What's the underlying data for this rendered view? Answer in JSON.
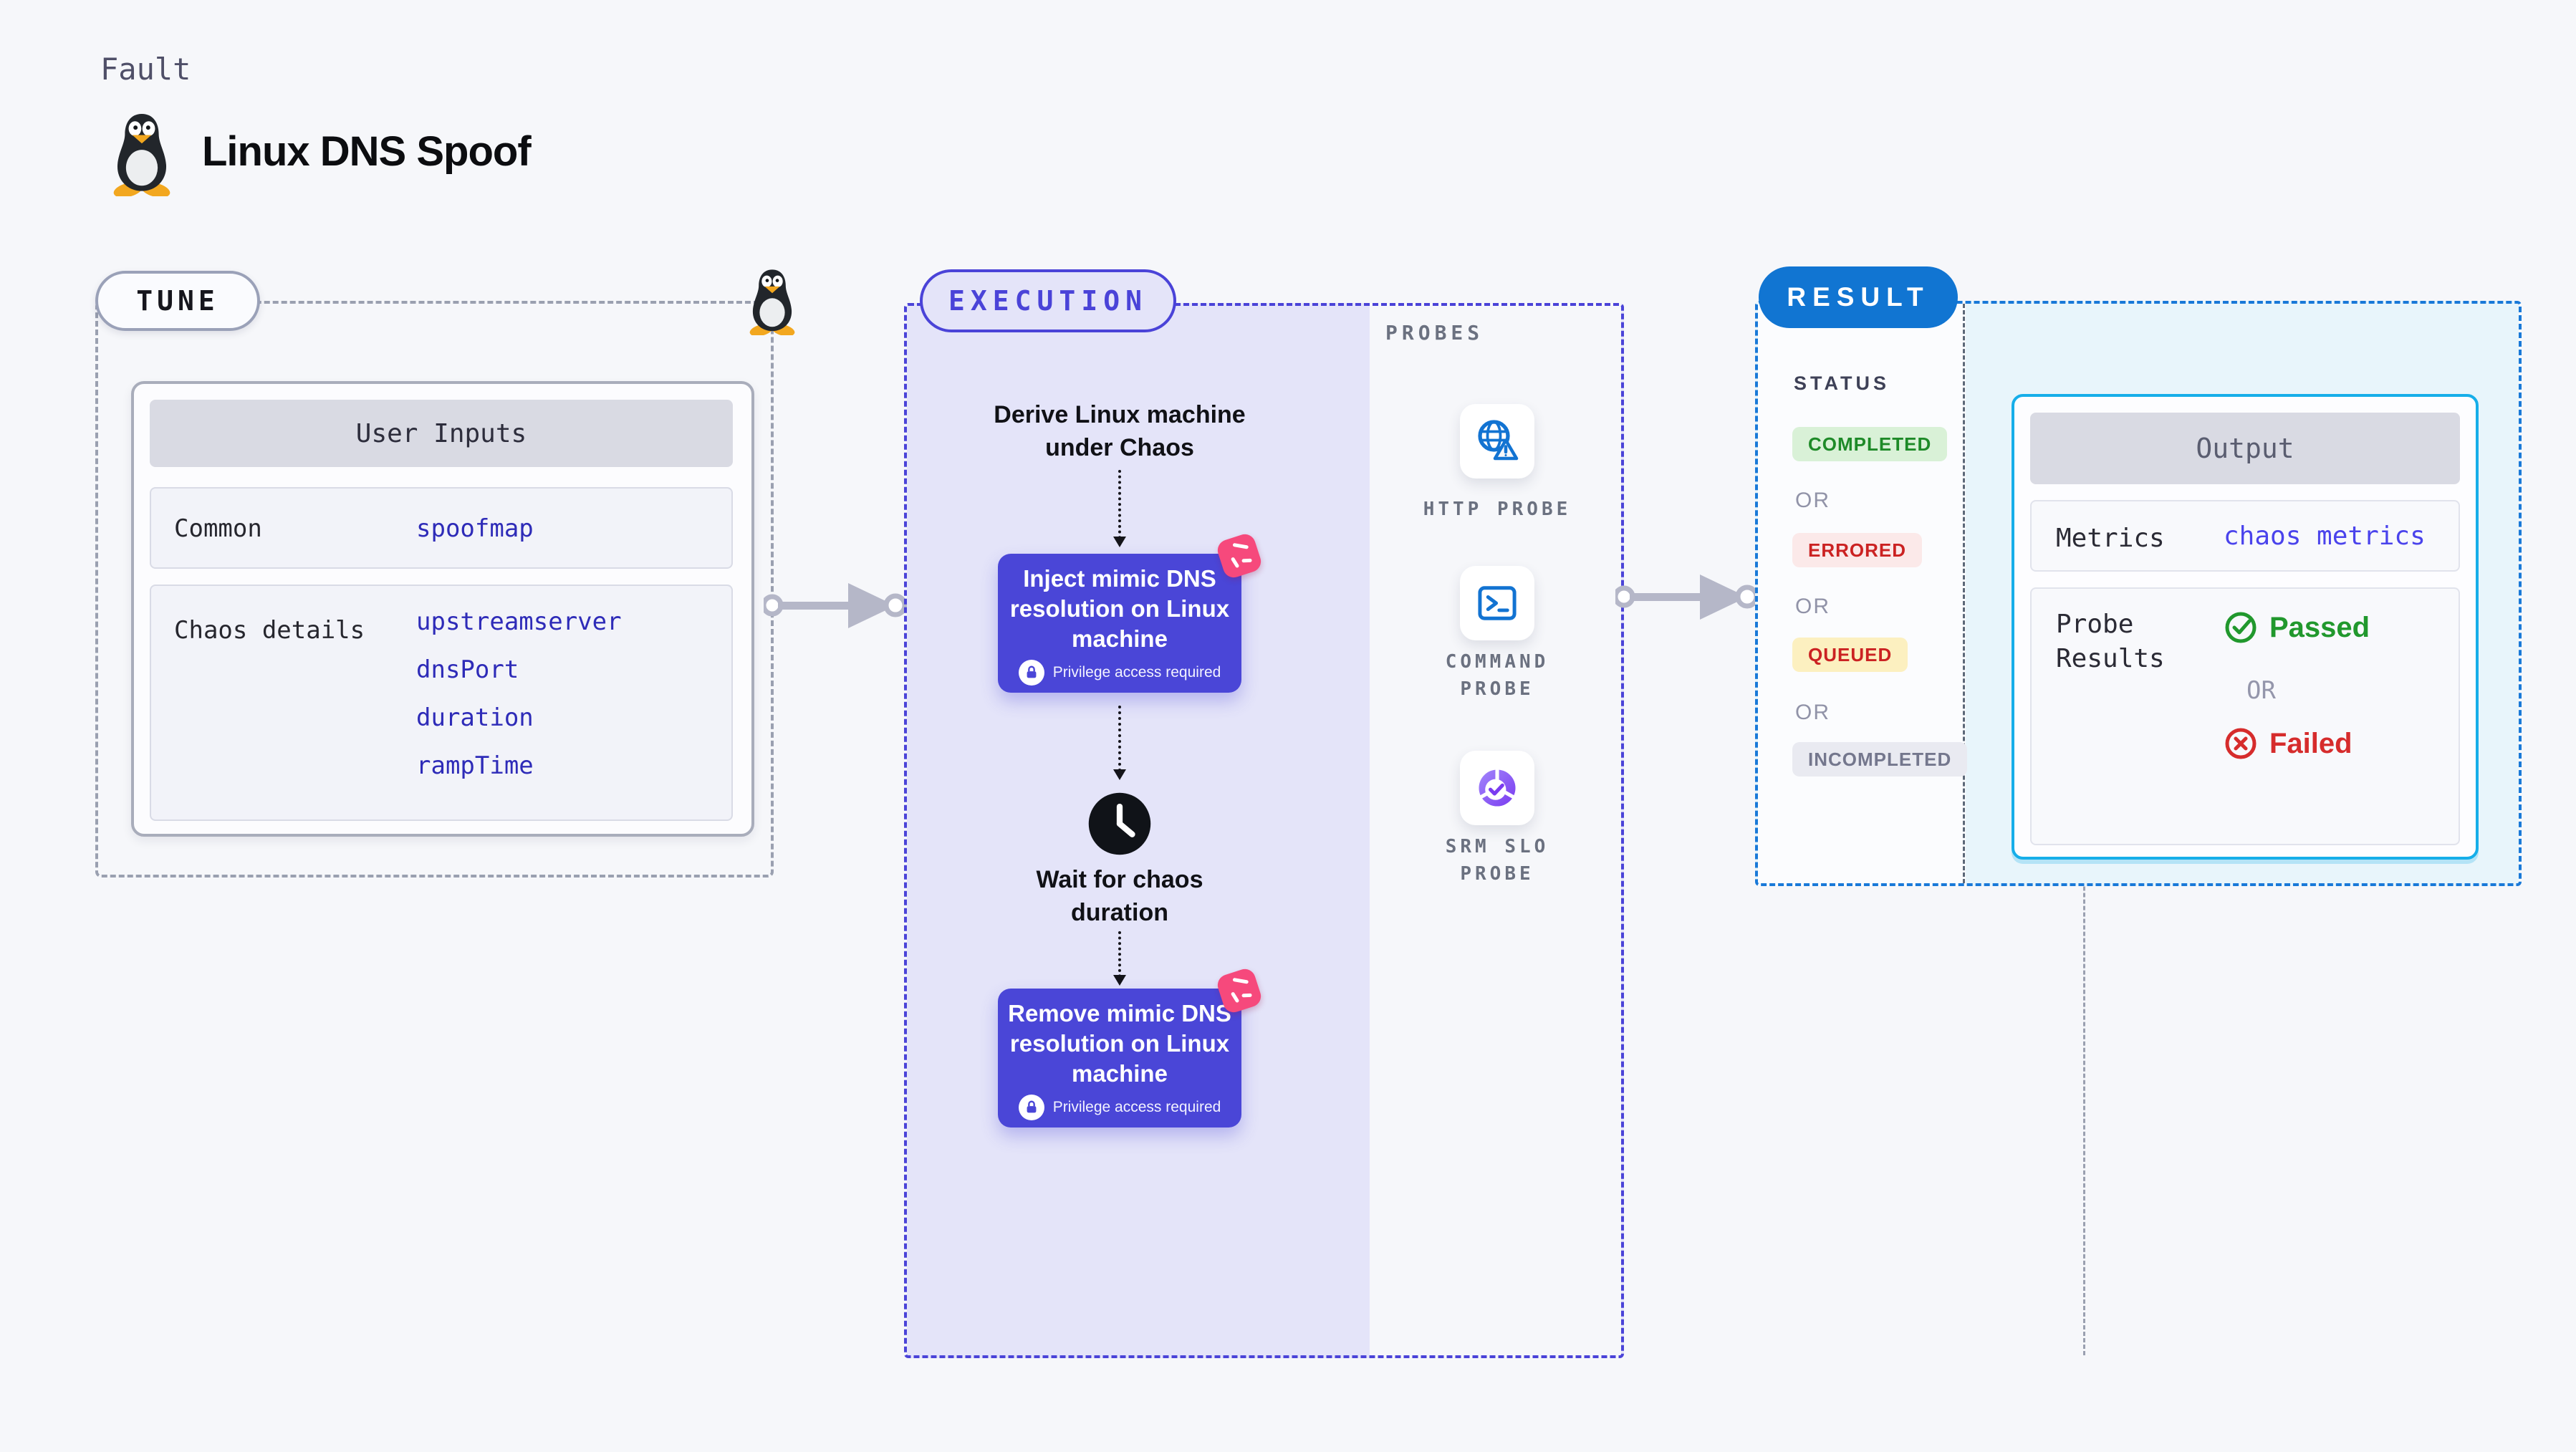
{
  "header": {
    "eyebrow": "Fault",
    "title": "Linux DNS Spoof"
  },
  "tune": {
    "badge": "TUNE",
    "table_title": "User Inputs",
    "rows": [
      {
        "label": "Common",
        "values": [
          "spoofmap"
        ]
      },
      {
        "label": "Chaos details",
        "values": [
          "upstreamserver",
          "dnsPort",
          "duration",
          "rampTime"
        ]
      }
    ]
  },
  "execution": {
    "badge": "EXECUTION",
    "derive": "Derive Linux machine under Chaos",
    "inject_title": "Inject mimic DNS resolution on Linux machine",
    "privilege_note": "Privilege access required",
    "wait": "Wait for chaos duration",
    "remove_title": "Remove mimic DNS resolution on Linux machine"
  },
  "probes": {
    "label": "PROBES",
    "items": [
      {
        "name": "HTTP PROBE",
        "icon": "globe-warning-icon"
      },
      {
        "name": "COMMAND PROBE",
        "icon": "terminal-icon"
      },
      {
        "name": "SRM SLO PROBE",
        "icon": "slo-donut-icon"
      }
    ]
  },
  "result": {
    "badge": "RESULT",
    "status_label": "STATUS",
    "or": "OR",
    "statuses": [
      {
        "label": "COMPLETED",
        "fg": "#1e8a28",
        "bg": "#d9f1d7"
      },
      {
        "label": "ERRORED",
        "fg": "#cb2222",
        "bg": "#fbe9e9"
      },
      {
        "label": "QUEUED",
        "fg": "#cb2222",
        "bg": "#fcf0c0"
      },
      {
        "label": "INCOMPLETED",
        "fg": "#74778d",
        "bg": "#e9eaf1"
      }
    ],
    "output": {
      "title": "Output",
      "metrics_label": "Metrics",
      "metrics_value": "chaos metrics",
      "probe_results_label": "Probe Results",
      "passed": "Passed",
      "or": "OR",
      "failed": "Failed"
    }
  },
  "colors": {
    "accent_indigo": "#4a43d8",
    "step_box_indigo": "#4a46d7",
    "lavender_bg": "#e4e4f9",
    "accent_blue": "#1175d2",
    "result_dash_blue": "#1979d8",
    "output_border_cyan": "#16aee9",
    "output_area_blue": "#e8f5fb",
    "value_blue": "#2e2bb8",
    "metrics_value_blue": "#4a43ec",
    "passed_green": "#21982d",
    "failed_red": "#d62c2c",
    "chaos_pink": "#f6497c",
    "arrow_gray": "#b5b7c8"
  }
}
